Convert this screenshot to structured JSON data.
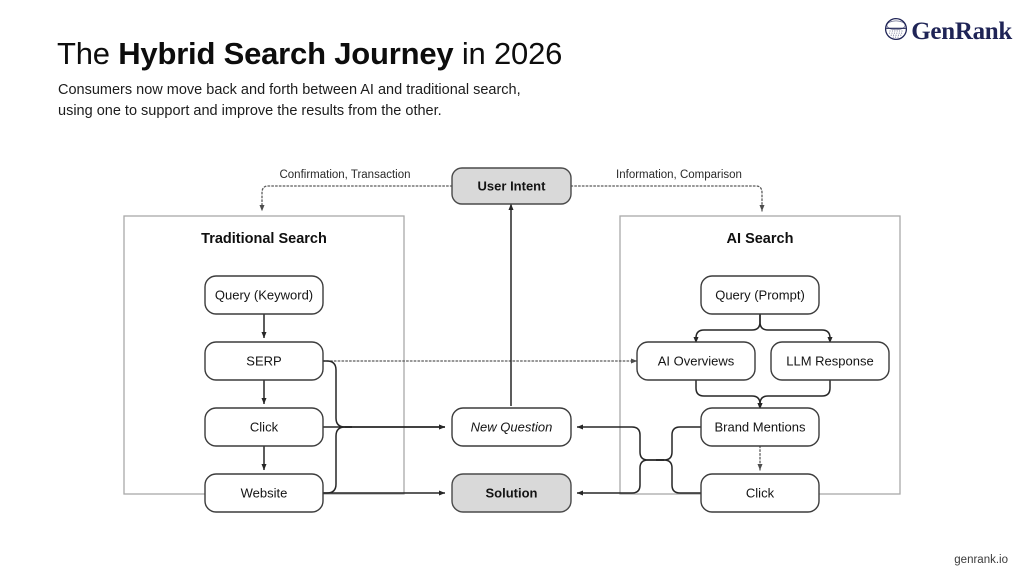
{
  "header": {
    "title_part1": "The ",
    "title_bold": "Hybrid Search Journey",
    "title_part2": " in 2026",
    "subtitle_line1": "Consumers now move back and forth between AI and traditional search,",
    "subtitle_line2": "using one to support and improve the results from the other."
  },
  "brand": {
    "name": "GenRank",
    "mark": "globe-icon",
    "color": "#1f2456"
  },
  "footer": {
    "url": "genrank.io"
  },
  "diagram": {
    "center": {
      "user_intent": "User Intent",
      "new_question": "New Question",
      "solution": "Solution"
    },
    "edge_labels": {
      "left": "Confirmation, Transaction",
      "right": "Information, Comparison"
    },
    "panels": [
      {
        "heading": "Traditional Search",
        "nodes": [
          {
            "label": "Query (Keyword)"
          },
          {
            "label": "SERP"
          },
          {
            "label": "Click"
          },
          {
            "label": "Website"
          }
        ]
      },
      {
        "heading": "AI Search",
        "nodes": [
          {
            "label": "Query (Prompt)"
          },
          {
            "label": "AI Overviews"
          },
          {
            "label": "LLM Response"
          },
          {
            "label": "Brand Mentions"
          },
          {
            "label": "Click"
          }
        ]
      }
    ]
  }
}
